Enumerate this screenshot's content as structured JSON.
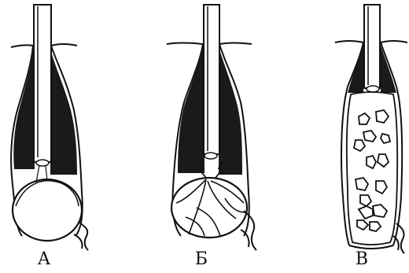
{
  "panels": [
    {
      "label": "А"
    },
    {
      "label": "Б"
    },
    {
      "label": "В"
    }
  ],
  "colors": {
    "ink": "#111111",
    "dark_tissue": "#1a1a1a",
    "paper": "#ffffff"
  }
}
